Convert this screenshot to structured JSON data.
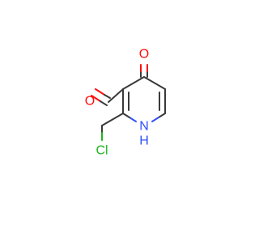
{
  "molecule": {
    "atoms": {
      "aldehyde_oxygen": "O",
      "ketone_oxygen": "O",
      "ring_nitrogen": "N",
      "ring_nitrogen_hydrogen": "H",
      "chlorine": "Cl"
    },
    "colors": {
      "bond": "#3a3a3a",
      "oxygen": "#ff0d0d",
      "nitrogen": "#3050f8",
      "chlorine": "#1fb51f"
    }
  }
}
